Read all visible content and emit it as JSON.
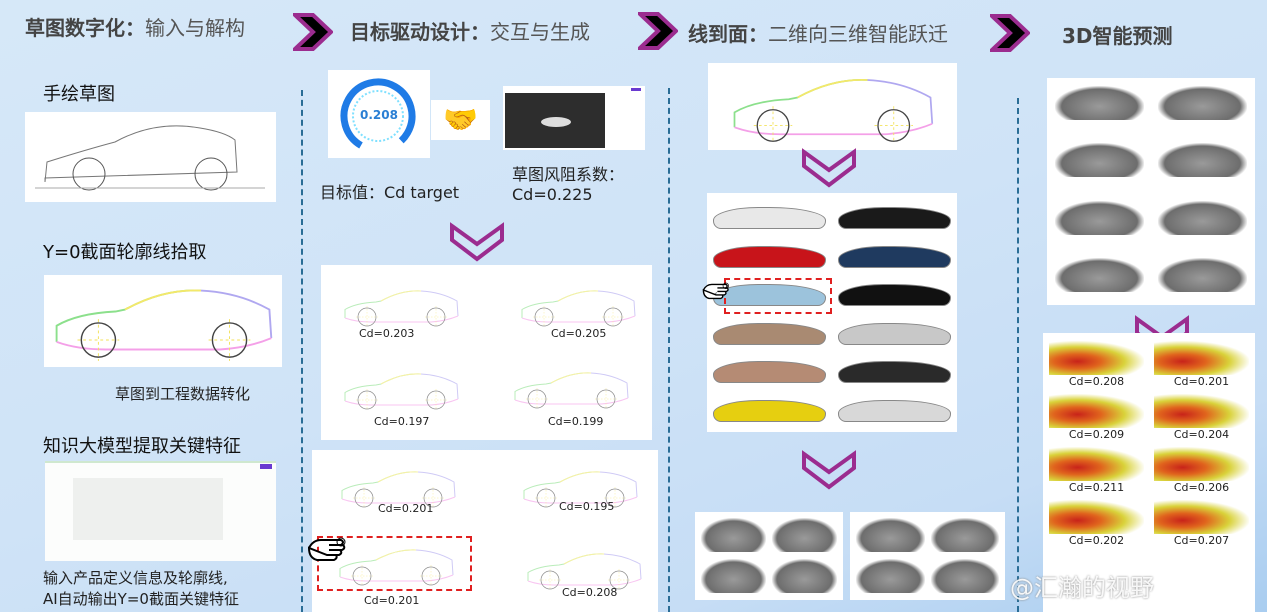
{
  "header": {
    "step1": {
      "bold": "草图数字化：",
      "rest": "输入与解构"
    },
    "step2": {
      "bold": "目标驱动设计：",
      "rest": "交互与生成"
    },
    "step3": {
      "bold": "线到面：",
      "rest": "二维向三维智能跃迁"
    },
    "step4": {
      "bold": "3D智能预测",
      "rest": ""
    }
  },
  "col1": {
    "sketch_label": "手绘草图",
    "profile_label": "Y=0截面轮廓线拾取",
    "profile_caption": "草图到工程数据转化",
    "llm_label": "知识大模型提取关键特征",
    "llm_caption_1": "输入产品定义信息及轮廓线,",
    "llm_caption_2": "AI自动输出Y=0截面关键特征"
  },
  "col2": {
    "gauge_value": "0.208",
    "target_label": "目标值：Cd target",
    "sketch_cd_label": "草图风阻系数：",
    "sketch_cd_value": "Cd=0.225",
    "cards_a": [
      "Cd=0.203",
      "Cd=0.205",
      "Cd=0.197",
      "Cd=0.199"
    ],
    "cards_b": [
      "Cd=0.201",
      "Cd=0.195",
      "Cd=0.201",
      "Cd=0.208"
    ],
    "selected_index": 2
  },
  "col3": {
    "photo_colors": [
      "#e8e8e8",
      "#1a1a1a",
      "#c8141a",
      "#1f3a5f",
      "#9cc3dc",
      "#111111",
      "#a98a72",
      "#c8c8c8",
      "#b58b74",
      "#2a2a2a",
      "#e6cf10",
      "#d8d8d8"
    ],
    "selected_photo": 4
  },
  "col4": {
    "cfd_values": [
      "Cd=0.208",
      "Cd=0.201",
      "Cd=0.209",
      "Cd=0.204",
      "Cd=0.211",
      "Cd=0.206",
      "Cd=0.202",
      "Cd=0.207"
    ]
  },
  "watermark": "@汇瀚的视野",
  "colors": {
    "accent": "#9b2c8f",
    "divider": "#2a6d96",
    "dash_select": "#e02020"
  }
}
